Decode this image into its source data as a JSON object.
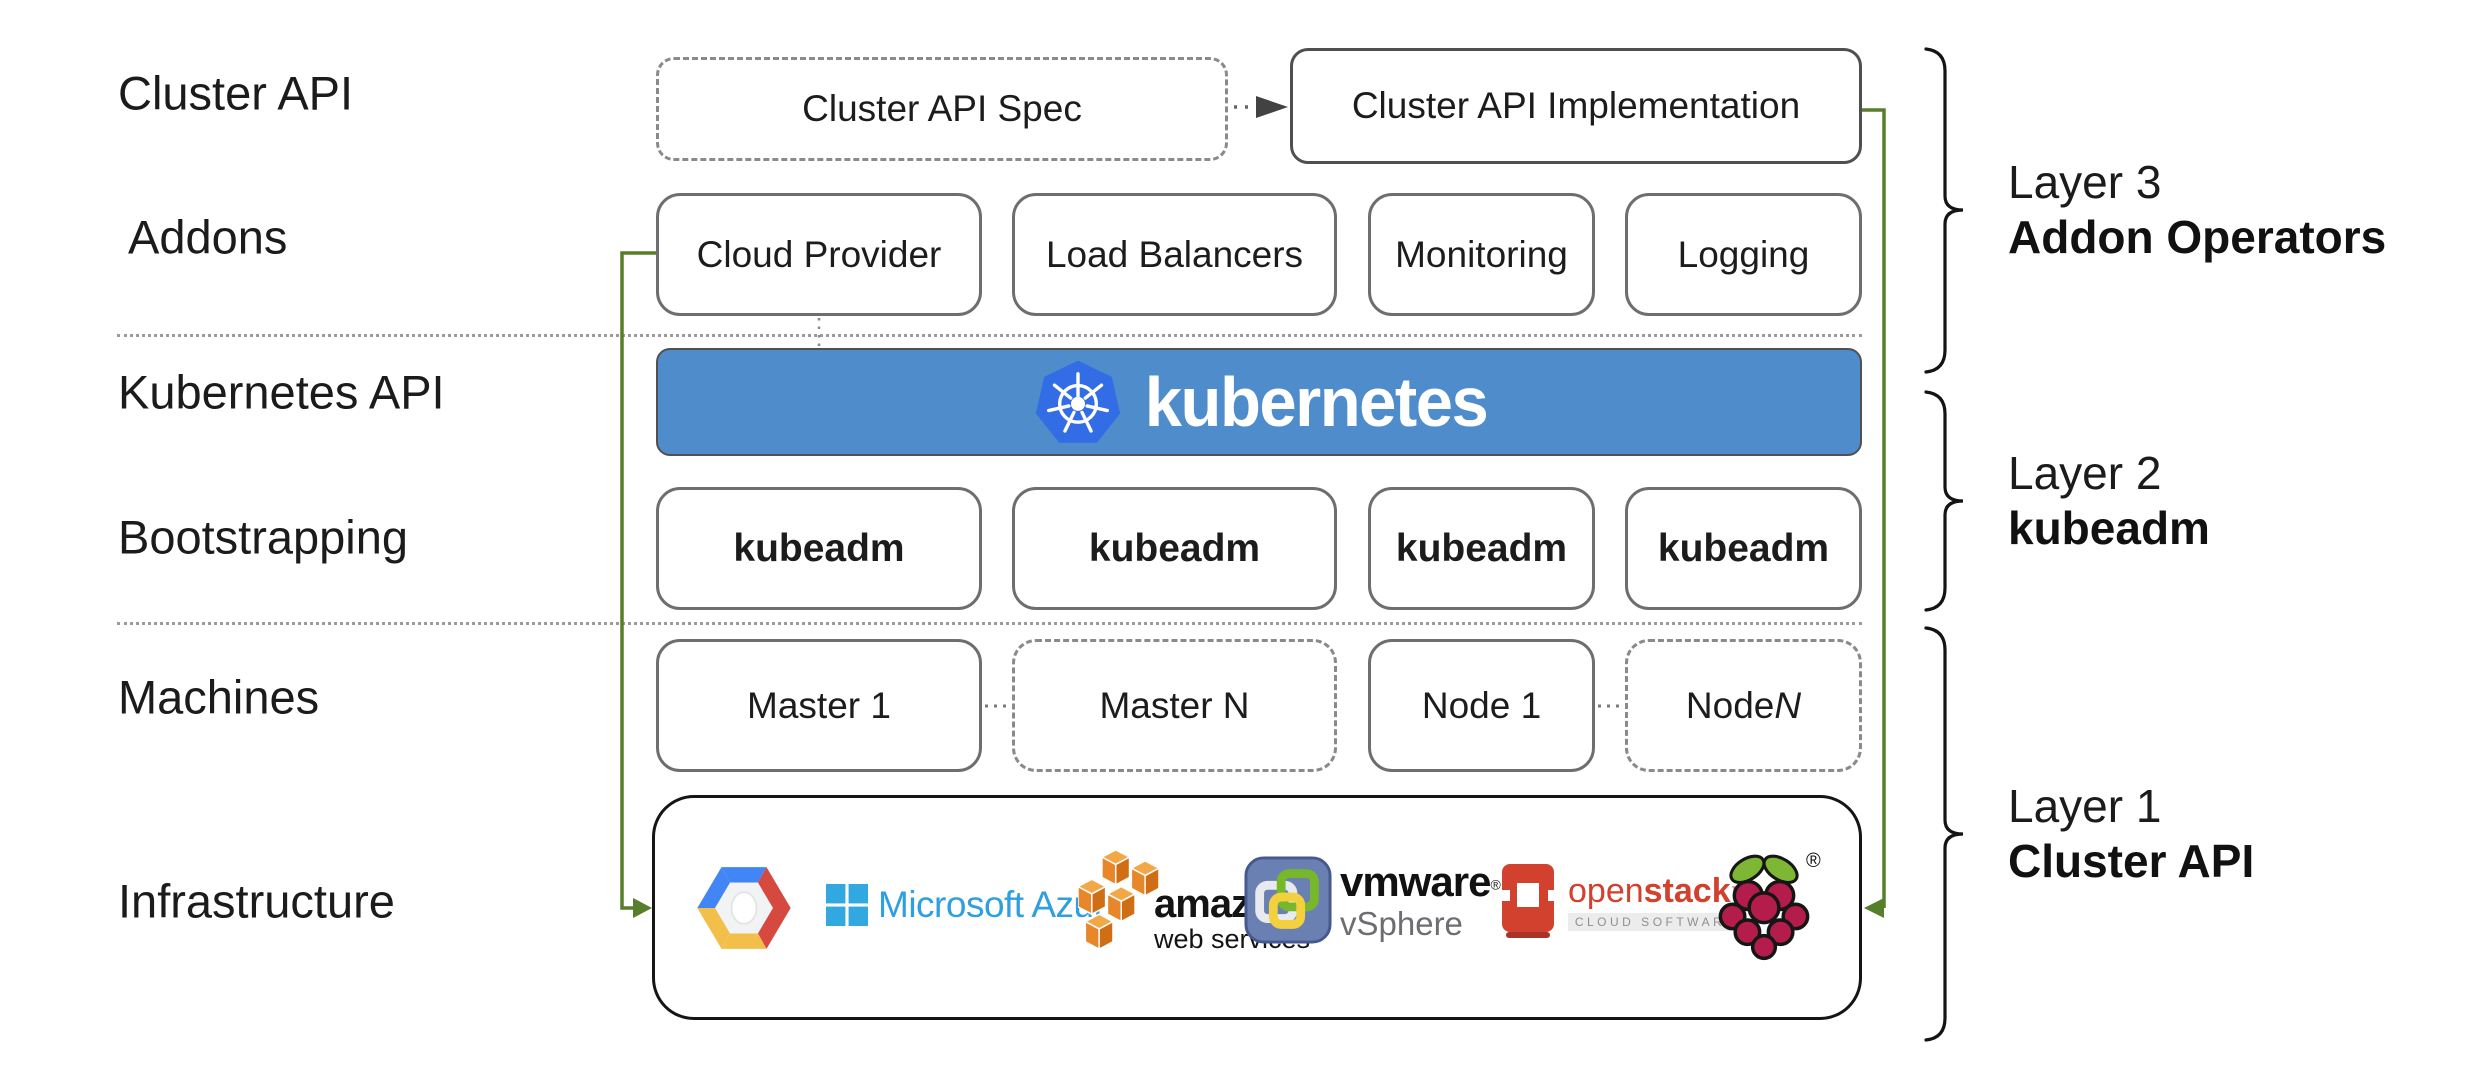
{
  "row_labels": [
    "Cluster API",
    "Addons",
    "Kubernetes API",
    "Bootstrapping",
    "Machines",
    "Infrastructure"
  ],
  "top_row": {
    "spec": "Cluster API Spec",
    "implementation": "Cluster API Implementation"
  },
  "addons_row": [
    "Cloud Provider",
    "Load Balancers",
    "Monitoring",
    "Logging"
  ],
  "kubernetes_banner": {
    "text": "kubernetes"
  },
  "bootstrapping_row": [
    "kubeadm",
    "kubeadm",
    "kubeadm",
    "kubeadm"
  ],
  "machines_row": [
    {
      "prefix": "Master 1",
      "suffix": ""
    },
    {
      "prefix": "Master N",
      "suffix": ""
    },
    {
      "prefix": "Node 1",
      "suffix": ""
    },
    {
      "prefix": "Node ",
      "suffix": "N"
    }
  ],
  "infrastructure": {
    "logos": [
      "Google Cloud Platform",
      "Microsoft Azure",
      "Amazon Web Services",
      "VMware vSphere",
      "OpenStack",
      "Raspberry Pi"
    ],
    "azure_text": "Microsoft Azure",
    "aws_text": "amazon",
    "aws_subtext": "web services",
    "vmware_text": "vmware",
    "vmware_reg": "®",
    "vmware_subtext": "vSphere",
    "openstack_text_regular": "open",
    "openstack_text_bold": "stack",
    "openstack_tm": "™",
    "openstack_subtext": "CLOUD SOFTWARE",
    "raspberry_reg": "®"
  },
  "layers": [
    {
      "title": "Layer 3",
      "name": "Addon Operators"
    },
    {
      "title": "Layer 2",
      "name": "kubeadm"
    },
    {
      "title": "Layer 1",
      "name": "Cluster API"
    }
  ],
  "colors": {
    "banner_blue": "#4e8ccb",
    "kubernetes_logo_blue": "#326de6",
    "connector_green": "#567f2b",
    "azure_blue": "#2f9fe1",
    "aws_orange": "#e8872a",
    "openstack_red": "#d2402e",
    "raspberry_crimson": "#b41d4b",
    "leaf_green": "#7db733",
    "gcp_blue": "#4285f4",
    "gcp_red": "#d6493f",
    "gcp_yellow": "#f2c04a"
  }
}
